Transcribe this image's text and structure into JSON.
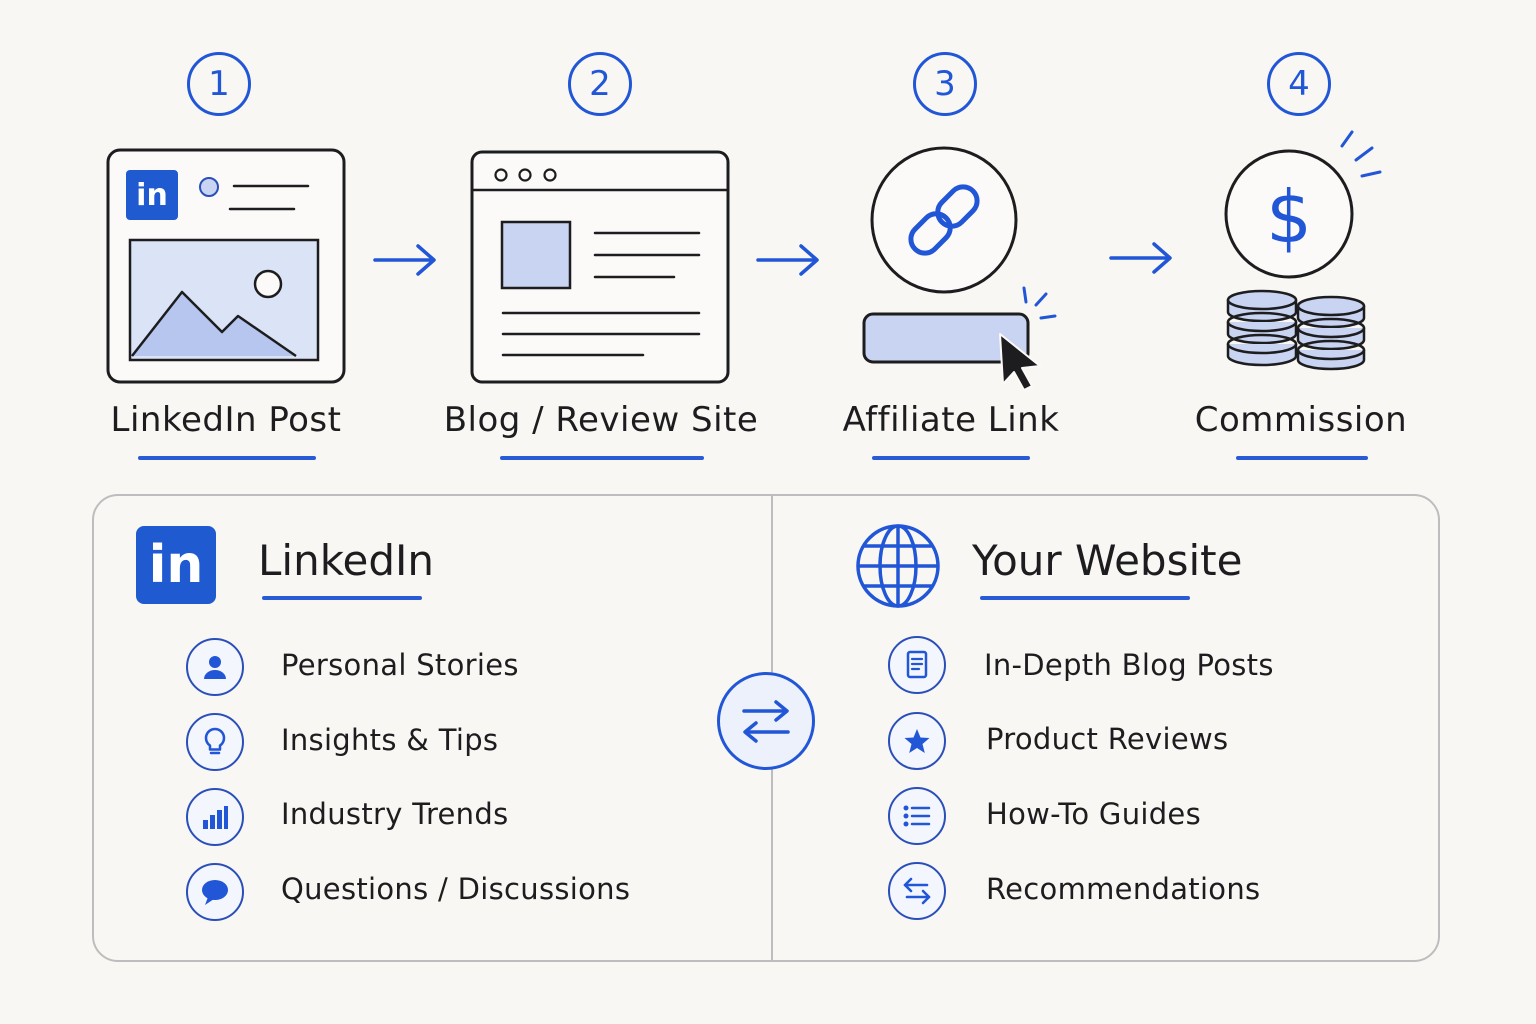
{
  "steps": [
    {
      "number": "1",
      "label": "LinkedIn Post"
    },
    {
      "number": "2",
      "label": "Blog / Review Site"
    },
    {
      "number": "3",
      "label": "Affiliate Link"
    },
    {
      "number": "4",
      "label": "Commission"
    }
  ],
  "post_logo": "in",
  "left_column": {
    "logo": "in",
    "title": "LinkedIn",
    "items": [
      {
        "icon": "user-icon",
        "label": "Personal Stories"
      },
      {
        "icon": "lightbulb-icon",
        "label": "Insights & Tips"
      },
      {
        "icon": "bar-chart-icon",
        "label": "Industry Trends"
      },
      {
        "icon": "chat-bubble-icon",
        "label": "Questions / Discussions"
      }
    ]
  },
  "right_column": {
    "icon": "globe-icon",
    "title": "Your Website",
    "items": [
      {
        "icon": "document-icon",
        "label": "In-Depth Blog Posts"
      },
      {
        "icon": "star-icon",
        "label": "Product Reviews"
      },
      {
        "icon": "list-icon",
        "label": "How-To Guides"
      },
      {
        "icon": "swap-icon",
        "label": "Recommendations"
      }
    ]
  },
  "colors": {
    "accent": "#2156d6",
    "fill": "#c9d4f2",
    "ink": "#1d1d1f",
    "border": "#bdbdbd"
  }
}
